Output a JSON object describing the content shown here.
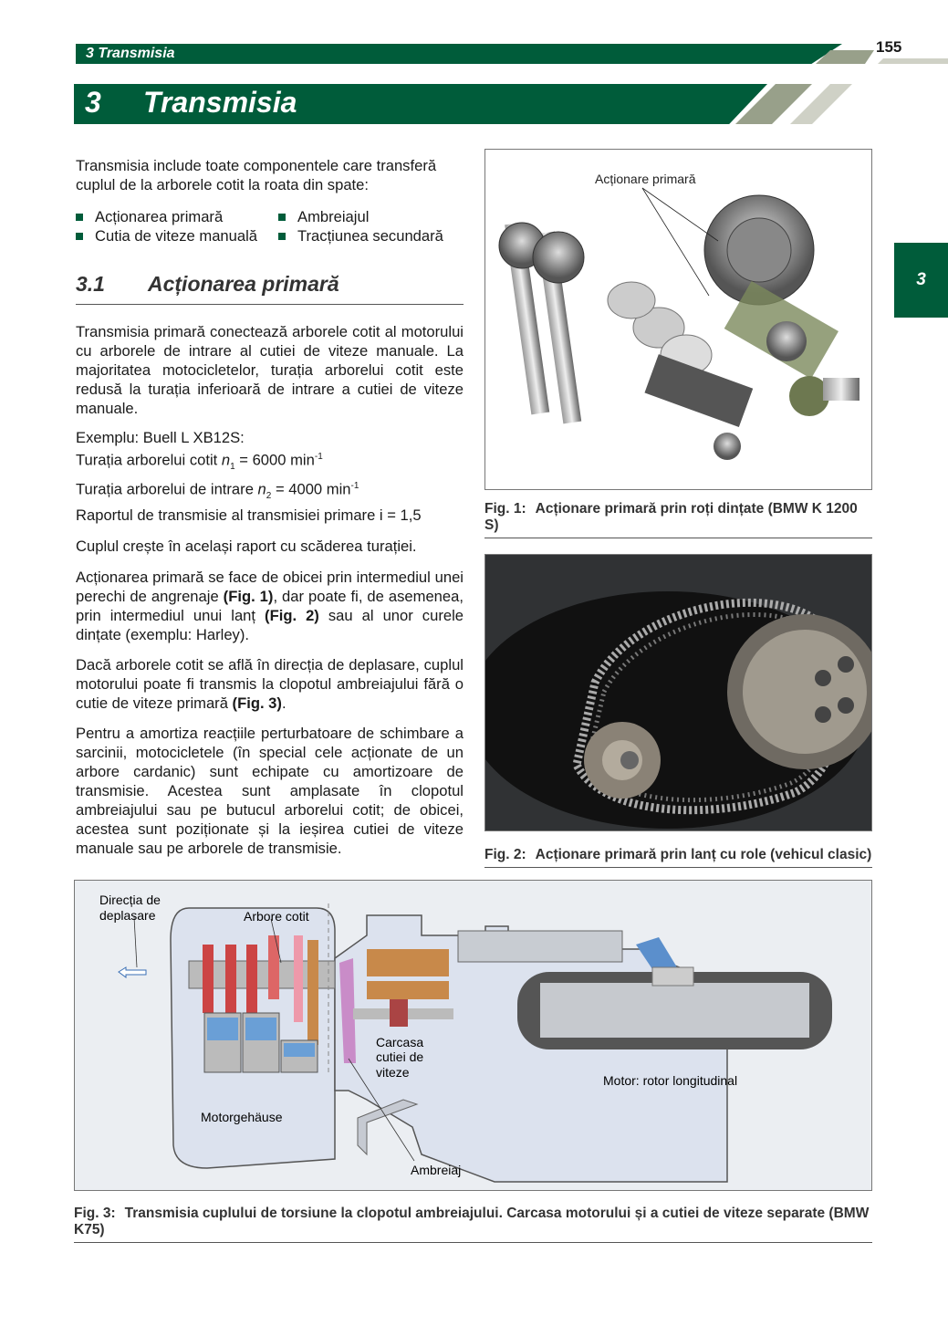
{
  "header": {
    "running_title": "3 Transmisia",
    "page_number": "155",
    "chapter_number": "3",
    "chapter_title": "Transmisia",
    "side_tab": "3"
  },
  "intro": {
    "text": "Transmisia include toate componentele care transferă cuplul de la arborele cotit la roata din spate:",
    "bullets": [
      "Acționarea primară",
      "Ambreiajul",
      "Cutia de viteze manuală",
      "Tracțiunea secundară"
    ]
  },
  "section": {
    "number": "3.1",
    "title": "Acționarea primară"
  },
  "body": {
    "p1": "Transmisia primară conectează arborele cotit al motorului cu arborele de intrare al cutiei de viteze manuale. La majoritatea motocicletelor, turația arborelui cotit este redusă la turația inferioară de intrare a cutiei de viteze manuale.",
    "example": {
      "l1": "Exemplu: Buell L XB12S:",
      "l2a": "Turația arborelui cotit ",
      "l2v": "n",
      "l2s": "1",
      "l2b": " = 6000 min",
      "l3a": "Turația arborelui de intrare ",
      "l3v": "n",
      "l3s": "2",
      "l3b": " = 4000 min",
      "exp": "-1",
      "l4": "Raportul de transmisie al transmisiei primare i = 1,5"
    },
    "p2": "Cuplul crește în același raport cu scăderea turației.",
    "p3a": "Acționarea primară se face de obicei prin intermediul unei perechi de angrenaje ",
    "p3r1": "(Fig. 1)",
    "p3b": ", dar poate fi, de asemenea, prin intermediul unui lanț ",
    "p3r2": "(Fig. 2)",
    "p3c": " sau al unor curele dințate (exemplu: Harley).",
    "p4a": "Dacă arborele cotit se află în direcția de deplasare, cuplul motorului poate fi transmis la clopotul ambreiajului fără o cutie de viteze primară ",
    "p4r": "(Fig. 3)",
    "p4b": ".",
    "p5": "Pentru a amortiza reacțiile perturbatoare de schimbare a sarcinii, motocicletele (în special cele acționate de un arbore cardanic) sunt echipate cu amortizoare de transmisie. Acestea sunt amplasate în clopotul ambreiajului sau pe butucul arborelui cotit; de obicei, acestea sunt poziționate și la ieșirea cutiei de viteze manuale sau pe arborele de transmisie."
  },
  "fig1": {
    "label": "Acționare primară",
    "cap_num": "Fig. 1:",
    "caption": "Acționare primară prin roți dințate (BMW K 1200 S)"
  },
  "fig2": {
    "cap_num": "Fig. 2:",
    "caption": "Acționare primară prin lanț cu role (vehicul clasic)"
  },
  "fig3": {
    "labels": {
      "direction1": "Direcția de",
      "direction2": "deplasare",
      "crankshaft": "Arbore cotit",
      "gearbox1": "Carcasa",
      "gearbox2": "cutiei de",
      "gearbox3": "viteze",
      "engine_housing": "Motorgehäuse",
      "clutch": "Ambreiaj",
      "rotor": "Motor: rotor longitudinal"
    },
    "cap_num": "Fig. 3:",
    "caption": "Transmisia cuplului de torsiune la clopotul ambreiajului. Carcasa motorului și a cutiei de viteze separate (BMW K75)"
  },
  "colors": {
    "brand_green": "#005c3a",
    "stripe_gray": "#98a08a",
    "stripe_light": "#cfd1c6"
  }
}
